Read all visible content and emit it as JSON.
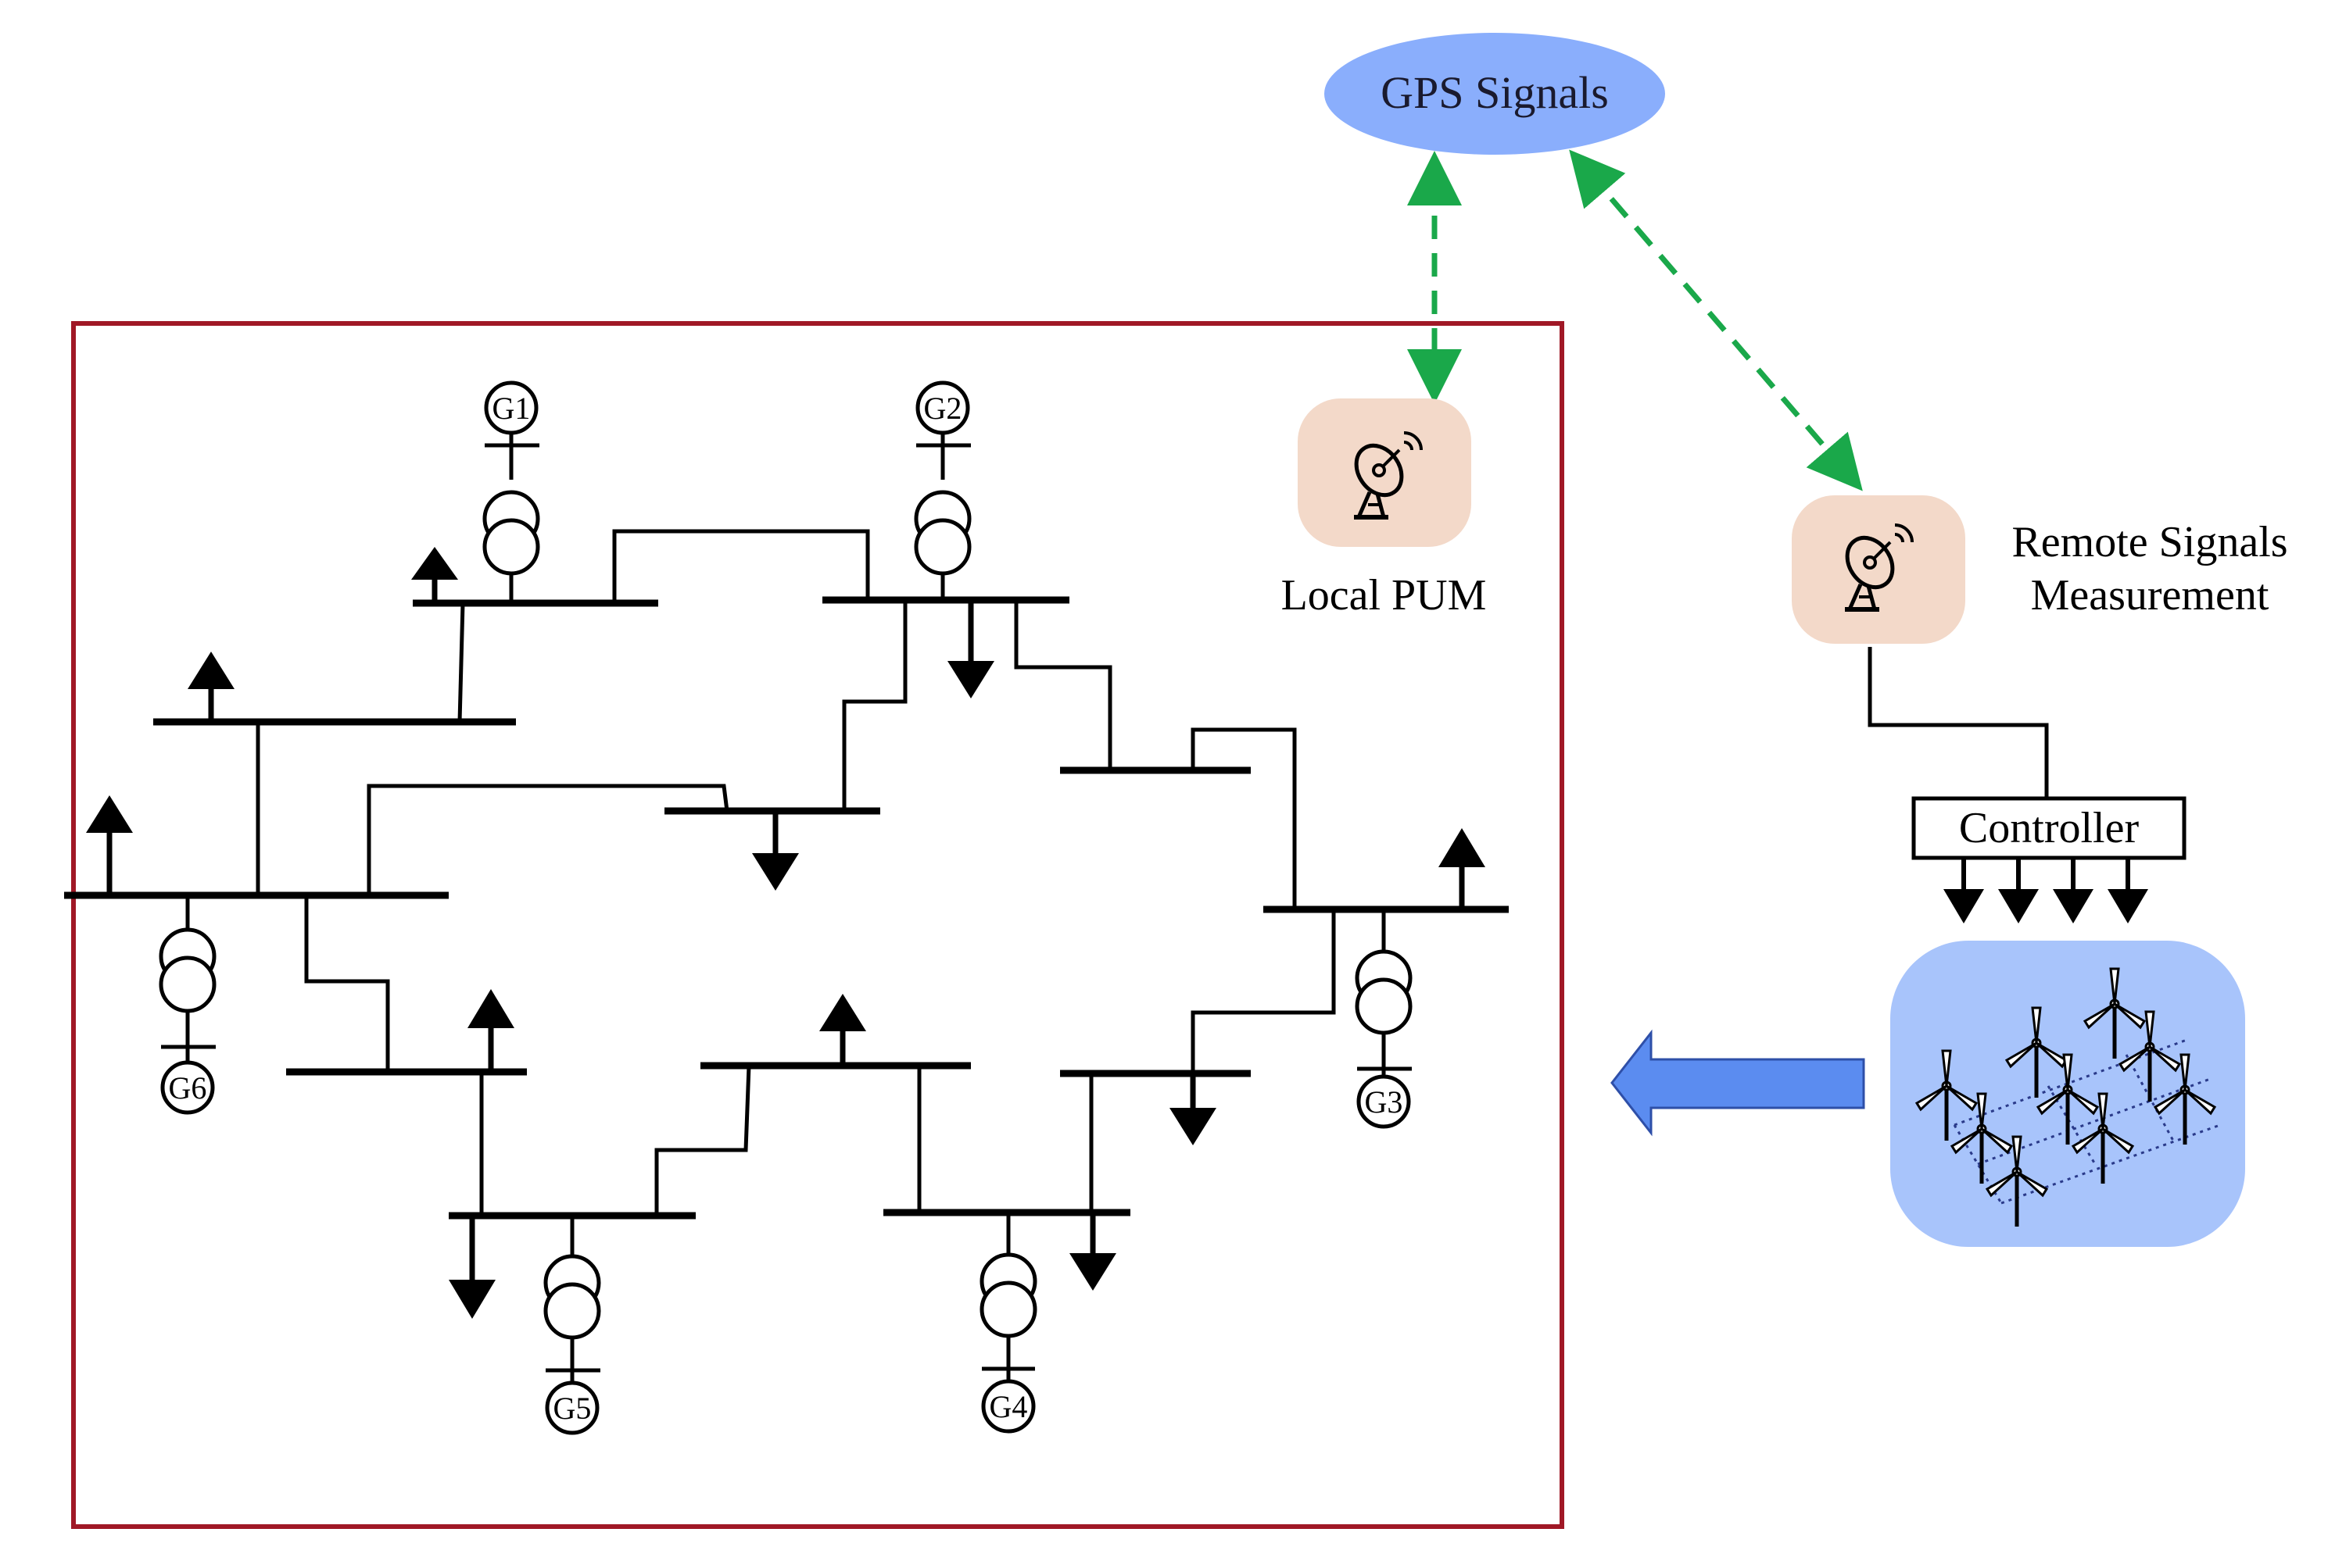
{
  "gps": {
    "label": "GPS Signals"
  },
  "local_pmu": {
    "label": "Local PUM"
  },
  "remote": {
    "label_line1": "Remote Signals",
    "label_line2": "Measurement"
  },
  "controller": {
    "label": "Controller"
  },
  "generators": [
    "G1",
    "G2",
    "G3",
    "G4",
    "G5",
    "G6"
  ],
  "colors": {
    "gps_fill": "#8aaefc",
    "pmu_fill": "#f3d9c9",
    "link_green": "#1aa84a",
    "frame_red": "#a01826",
    "wind_bg": "#a8c4fb",
    "arrow_blue": "#5b8cf0"
  },
  "icons": [
    "satellite-dish-icon",
    "wind-turbine-icon",
    "load-arrow-icon"
  ]
}
